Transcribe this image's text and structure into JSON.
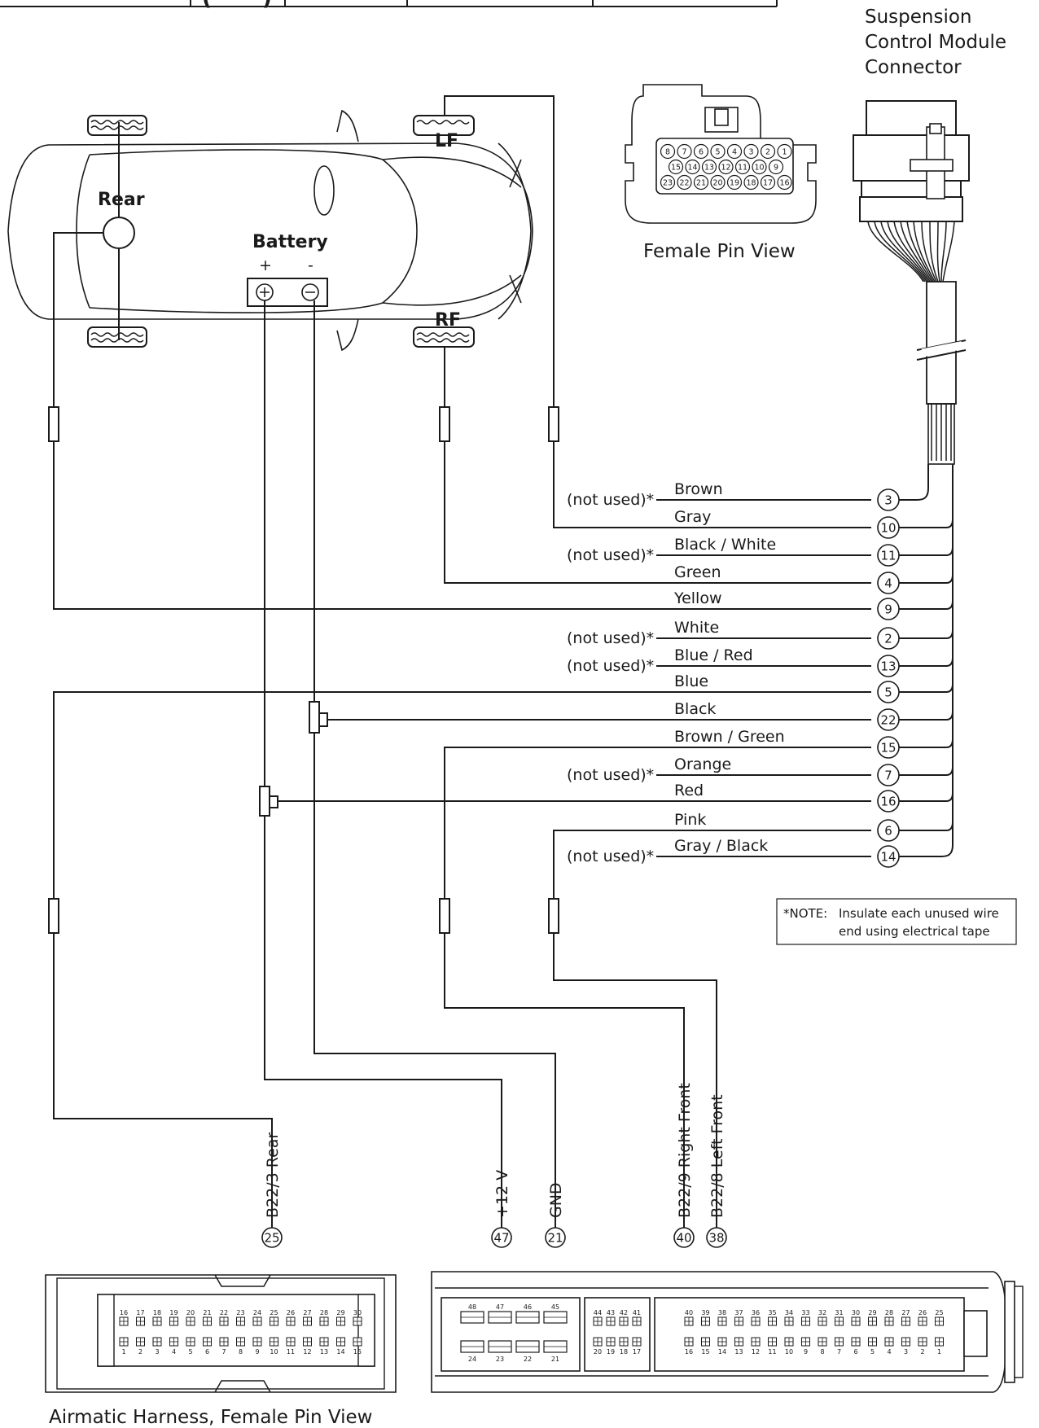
{
  "module_title": [
    "Suspension",
    "Control Module",
    "Connector"
  ],
  "female_pin_view_label": "Female Pin View",
  "car": {
    "rear": "Rear",
    "lf": "LF",
    "rf": "RF",
    "battery": "Battery",
    "plus": "+",
    "minus": "-"
  },
  "not_used_label": "(not used)*",
  "wires": [
    {
      "color": "Brown",
      "pin": "3",
      "not_used": true
    },
    {
      "color": "Gray",
      "pin": "10",
      "not_used": false
    },
    {
      "color": "Black / White",
      "pin": "11",
      "not_used": true
    },
    {
      "color": "Green",
      "pin": "4",
      "not_used": false
    },
    {
      "color": "Yellow",
      "pin": "9",
      "not_used": false
    },
    {
      "color": "White",
      "pin": "2",
      "not_used": true
    },
    {
      "color": "Blue / Red",
      "pin": "13",
      "not_used": true
    },
    {
      "color": "Blue",
      "pin": "5",
      "not_used": false
    },
    {
      "color": "Black",
      "pin": "22",
      "not_used": false
    },
    {
      "color": "Brown / Green",
      "pin": "15",
      "not_used": false
    },
    {
      "color": "Orange",
      "pin": "7",
      "not_used": true
    },
    {
      "color": "Red",
      "pin": "16",
      "not_used": false
    },
    {
      "color": "Pink",
      "pin": "6",
      "not_used": false
    },
    {
      "color": "Gray / Black",
      "pin": "14",
      "not_used": true
    }
  ],
  "note": {
    "prefix": "*NOTE:",
    "line1": "Insulate each unused wire",
    "line2": "end using electrical tape"
  },
  "connector_pins_18": [
    "8",
    "7",
    "6",
    "5",
    "4",
    "3",
    "2",
    "1",
    "15",
    "14",
    "13",
    "12",
    "11",
    "10",
    "9",
    "23",
    "22",
    "21",
    "20",
    "19",
    "18",
    "17",
    "16"
  ],
  "harness_outputs": [
    {
      "label": "B22/3  Rear",
      "pin": "25"
    },
    {
      "label": "+12 V",
      "pin": "47"
    },
    {
      "label": "GND",
      "pin": "21"
    },
    {
      "label": "B22/9  Right Front",
      "pin": "40"
    },
    {
      "label": "B22/8  Left Front",
      "pin": "38"
    }
  ],
  "airmatic_label": "Airmatic Harness, Female Pin View",
  "connector_a_top": [
    "16",
    "17",
    "18",
    "19",
    "20",
    "21",
    "22",
    "23",
    "24",
    "25",
    "26",
    "27",
    "28",
    "29",
    "30"
  ],
  "connector_a_bottom": [
    "1",
    "2",
    "3",
    "4",
    "5",
    "6",
    "7",
    "8",
    "9",
    "10",
    "11",
    "12",
    "13",
    "14",
    "15"
  ],
  "connector_b_left_top": [
    "48",
    "47",
    "46",
    "45"
  ],
  "connector_b_left_bottom": [
    "24",
    "23",
    "22",
    "21"
  ],
  "connector_b_mid_top": [
    "44",
    "43",
    "42",
    "41"
  ],
  "connector_b_mid_bottom": [
    "20",
    "19",
    "18",
    "17"
  ],
  "connector_b_right_top": [
    "40",
    "39",
    "38",
    "37",
    "36",
    "35",
    "34",
    "33",
    "32",
    "31",
    "30",
    "29",
    "28",
    "27",
    "26",
    "25"
  ],
  "connector_b_right_bottom": [
    "16",
    "15",
    "14",
    "13",
    "12",
    "11",
    "10",
    "9",
    "8",
    "7",
    "6",
    "5",
    "4",
    "3",
    "2",
    "1"
  ]
}
